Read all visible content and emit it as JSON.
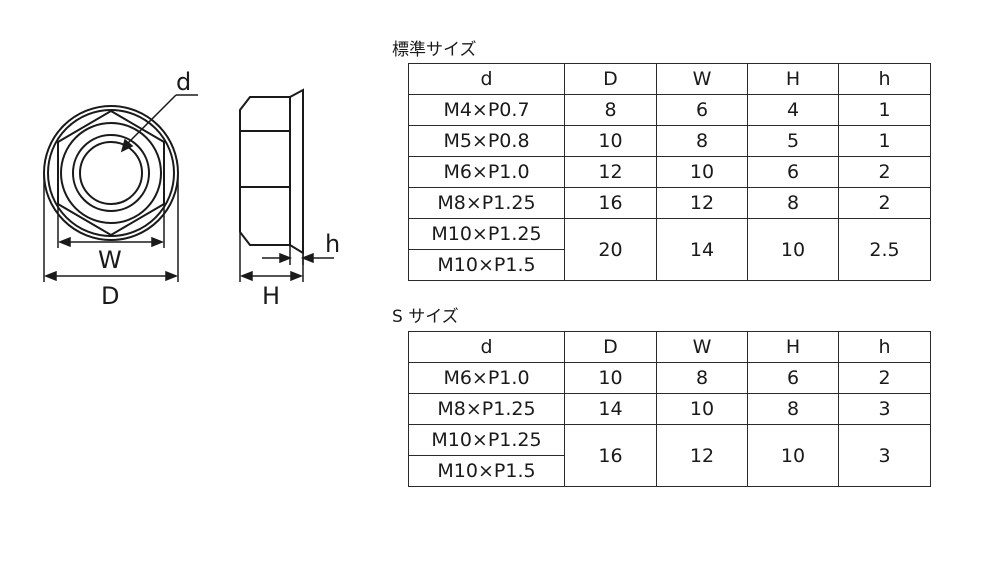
{
  "drawing": {
    "labels": {
      "d": "d",
      "W": "W",
      "D": "D",
      "H": "H",
      "h": "h"
    }
  },
  "standard": {
    "title": "標準サイズ",
    "headers": [
      "d",
      "D",
      "W",
      "H",
      "h"
    ],
    "rows": [
      {
        "d": [
          "M4×P0.7"
        ],
        "D": "8",
        "W": "6",
        "H": "4",
        "h": "1"
      },
      {
        "d": [
          "M5×P0.8"
        ],
        "D": "10",
        "W": "8",
        "H": "5",
        "h": "1"
      },
      {
        "d": [
          "M6×P1.0"
        ],
        "D": "12",
        "W": "10",
        "H": "6",
        "h": "2"
      },
      {
        "d": [
          "M8×P1.25"
        ],
        "D": "16",
        "W": "12",
        "H": "8",
        "h": "2"
      },
      {
        "d": [
          "M10×P1.25",
          "M10×P1.5"
        ],
        "D": "20",
        "W": "14",
        "H": "10",
        "h": "2.5"
      }
    ]
  },
  "s_size": {
    "title": "S サイズ",
    "headers": [
      "d",
      "D",
      "W",
      "H",
      "h"
    ],
    "rows": [
      {
        "d": [
          "M6×P1.0"
        ],
        "D": "10",
        "W": "8",
        "H": "6",
        "h": "2"
      },
      {
        "d": [
          "M8×P1.25"
        ],
        "D": "14",
        "W": "10",
        "H": "8",
        "h": "3"
      },
      {
        "d": [
          "M10×P1.25",
          "M10×P1.5"
        ],
        "D": "16",
        "W": "12",
        "H": "10",
        "h": "3"
      }
    ]
  }
}
